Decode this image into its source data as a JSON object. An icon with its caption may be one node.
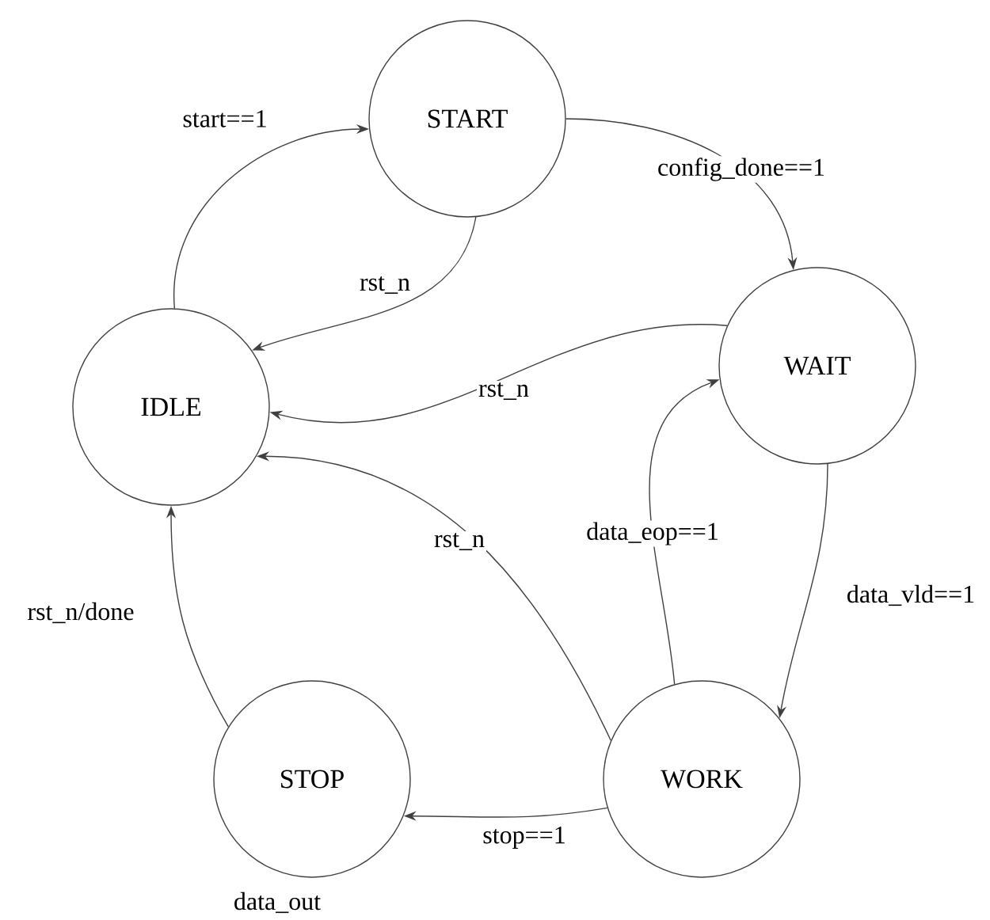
{
  "diagram": {
    "nodes": [
      {
        "text": [
          "START"
        ]
      },
      {
        "text": [
          "IDLE"
        ]
      },
      {
        "text": [
          "WAIT"
        ]
      },
      {
        "text": [
          "STOP"
        ],
        "beside": [
          "data_out"
        ]
      },
      {
        "text": [
          "WORK"
        ]
      }
    ],
    "edges": [
      {
        "from": 1,
        "to": 0,
        "arrow": "to",
        "label": "start==1"
      },
      {
        "from": 0,
        "to": 1,
        "arrow": "to",
        "label": "rst_n"
      },
      {
        "from": 0,
        "to": 2,
        "arrow": "to",
        "label": "config_done==1"
      },
      {
        "from": 2,
        "to": 1,
        "arrow": "to",
        "label": "rst_n"
      },
      {
        "from": 4,
        "to": 1,
        "arrow": "to",
        "label": "rst_n"
      },
      {
        "from": 4,
        "to": 2,
        "arrow": "to",
        "label": "data_eop==1"
      },
      {
        "from": 2,
        "to": 4,
        "arrow": "to",
        "label": "data_vld==1"
      },
      {
        "from": 4,
        "to": 3,
        "arrow": "to",
        "label": "stop==1"
      },
      {
        "from": 3,
        "to": 1,
        "arrow": "to",
        "label": "rst_n/done"
      }
    ]
  }
}
